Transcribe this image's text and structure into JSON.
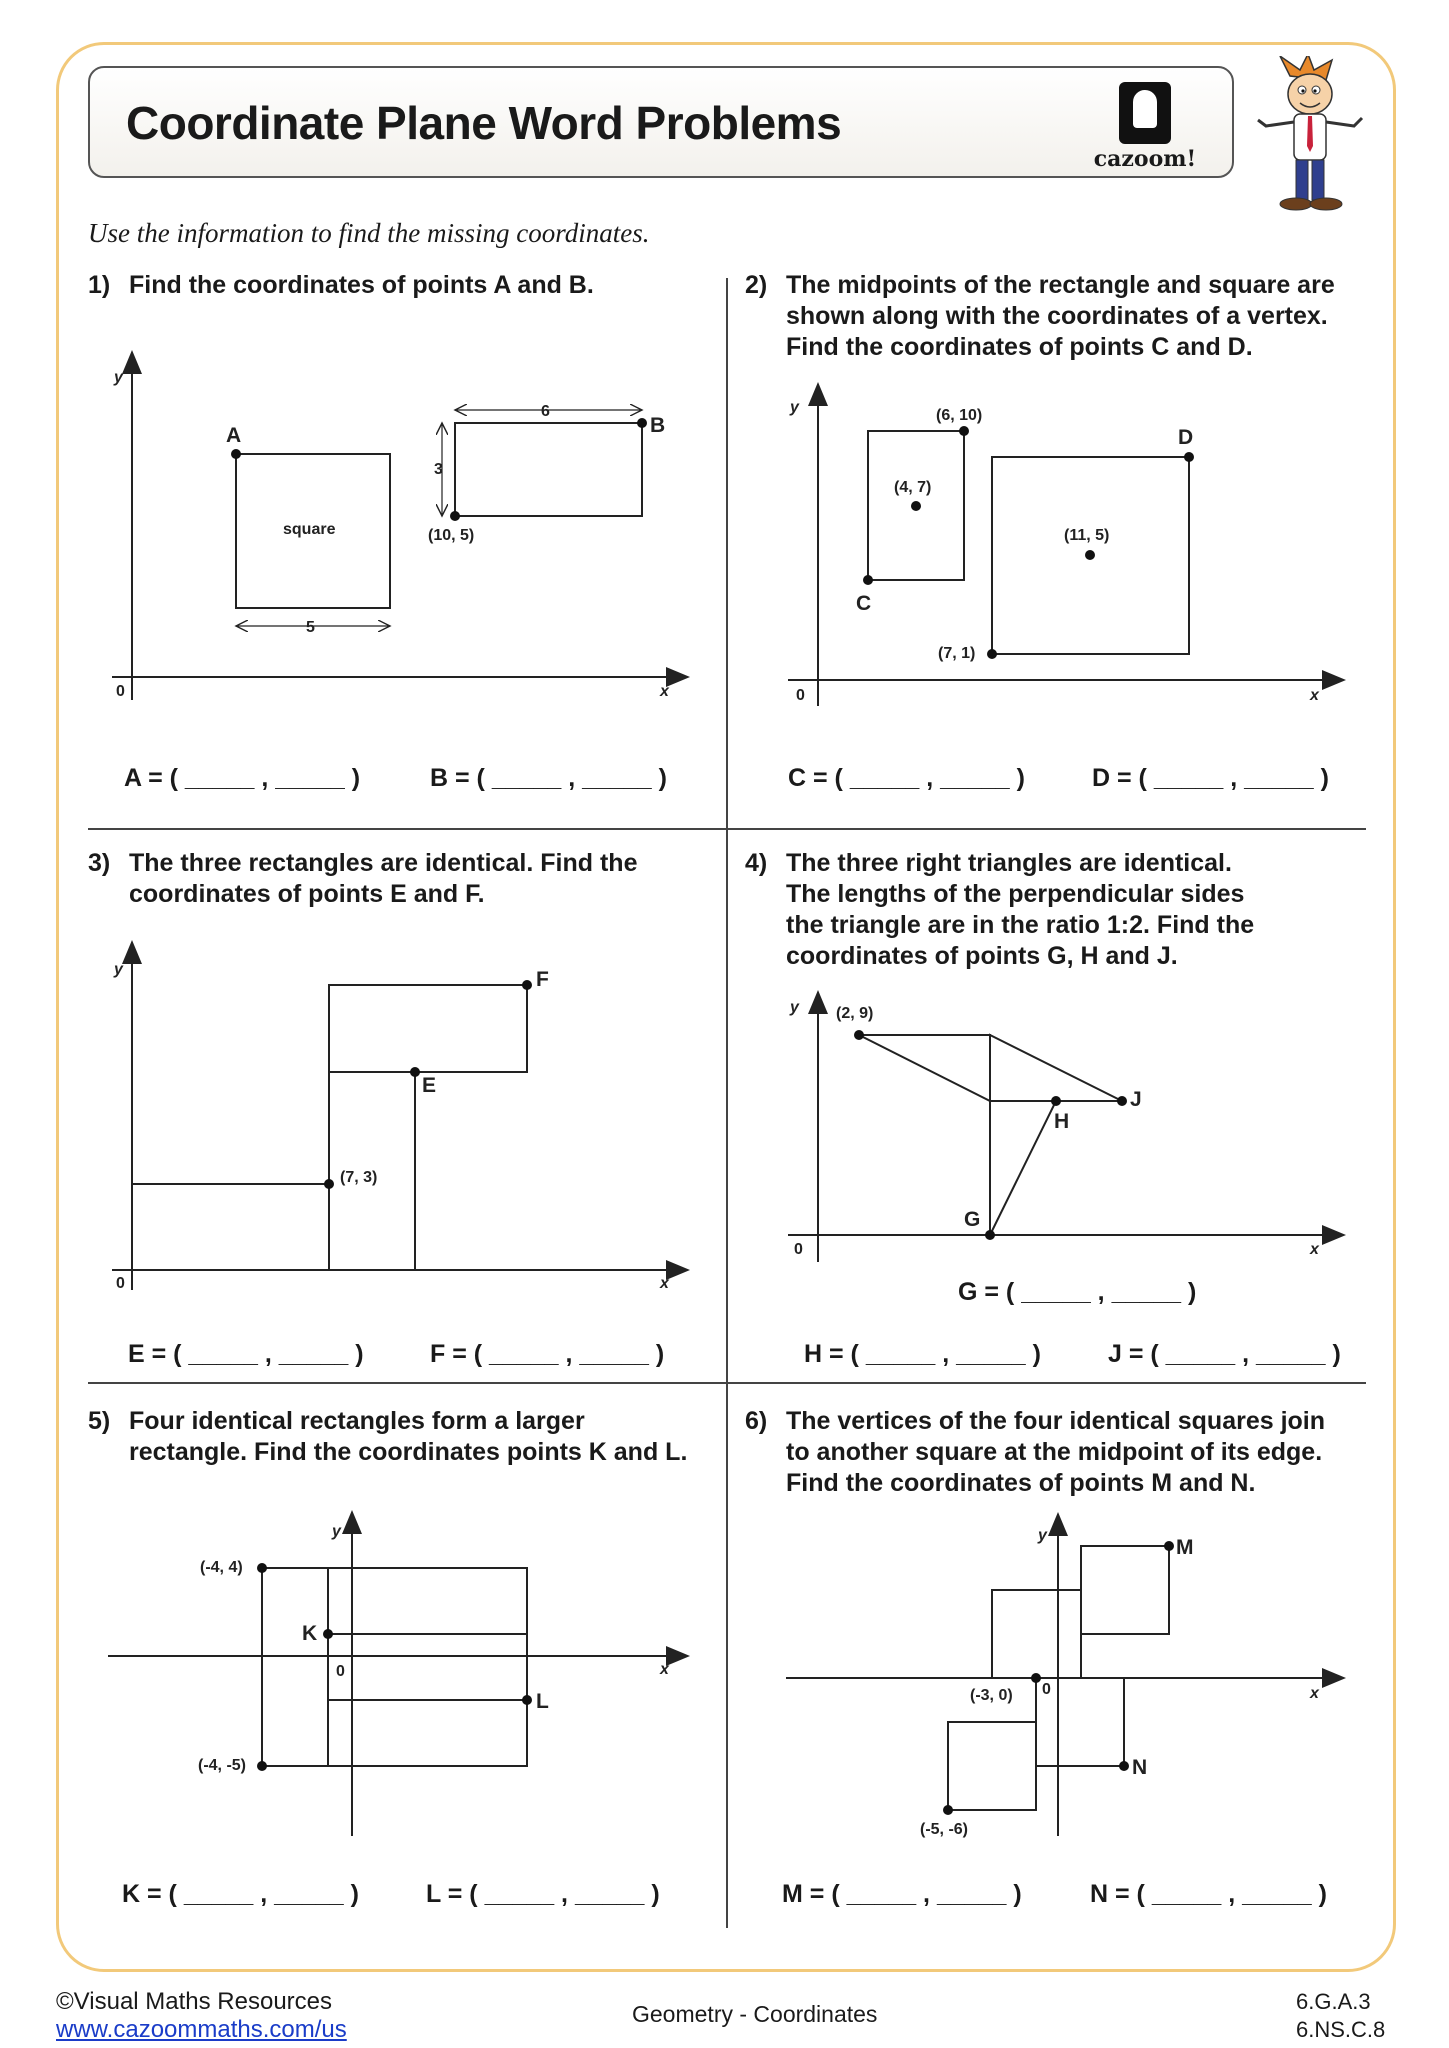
{
  "header": {
    "title": "Coordinate Plane Word Problems",
    "logo_text": "cazoom!"
  },
  "instructions": "Use the information to find the missing coordinates.",
  "questions": [
    {
      "number": "1)",
      "lines": [
        "Find the coordinates of points A and B."
      ],
      "labels": {
        "y": "y",
        "x": "x",
        "origin": "0",
        "A": "A",
        "B": "B",
        "square": "square",
        "side": "5",
        "width": "6",
        "height": "3",
        "point": "(10, 5)"
      },
      "answers": [
        "A =  ( _____ , _____ )",
        "B =  ( _____ , _____ )"
      ]
    },
    {
      "number": "2)",
      "lines": [
        "The midpoints of the rectangle and square are",
        "shown along with the coordinates of a vertex.",
        "Find the coordinates of points C and D."
      ],
      "labels": {
        "y": "y",
        "x": "x",
        "origin": "0",
        "C": "C",
        "D": "D",
        "p1": "(6, 10)",
        "p2": "(4, 7)",
        "p3": "(11, 5)",
        "p4": "(7, 1)"
      },
      "answers": [
        "C =  ( _____ , _____ )",
        "D =  ( _____ , _____ )"
      ]
    },
    {
      "number": "3)",
      "lines": [
        "The three rectangles are identical. Find the",
        "coordinates of points E and F."
      ],
      "labels": {
        "y": "y",
        "x": "x",
        "origin": "0",
        "E": "E",
        "F": "F",
        "p1": "(7, 3)"
      },
      "answers": [
        "E =  ( _____ , _____ )",
        "F =  ( _____ , _____ )"
      ]
    },
    {
      "number": "4)",
      "lines": [
        "The three right triangles are identical.",
        "The lengths of the perpendicular sides",
        "the triangle are in the ratio 1:2. Find the",
        "coordinates of points G, H and J."
      ],
      "labels": {
        "y": "y",
        "x": "x",
        "origin": "0",
        "G": "G",
        "H": "H",
        "J": "J",
        "p1": "(2, 9)"
      },
      "answers": [
        "G =  ( _____ , _____ )",
        "H =  ( _____ , _____ )",
        "J =  ( _____ , _____ )"
      ]
    },
    {
      "number": "5)",
      "lines": [
        "Four identical rectangles form a larger",
        "rectangle. Find the coordinates points K and L."
      ],
      "labels": {
        "y": "y",
        "x": "x",
        "origin": "0",
        "K": "K",
        "L": "L",
        "p1": "(-4, 4)",
        "p2": "(-4, -5)"
      },
      "answers": [
        "K =  ( _____ , _____ )",
        "L  =  ( _____ , _____ )"
      ]
    },
    {
      "number": "6)",
      "lines": [
        "The vertices of the four identical squares join",
        "to another square at the midpoint of its edge.",
        "Find the coordinates of points M and N."
      ],
      "labels": {
        "y": "y",
        "x": "x",
        "origin": "0",
        "M": "M",
        "N": "N",
        "p1": "(-3, 0)",
        "p2": "(-5, -6)"
      },
      "answers": [
        "M =  ( _____ , _____ )",
        "N  =  ( _____ , _____ )"
      ]
    }
  ],
  "footer": {
    "copyright": "©Visual Maths Resources",
    "url": "www.cazoommaths.com/us",
    "topic": "Geometry - Coordinates",
    "standard_1": "6.G.A.3",
    "standard_2": "6.NS.C.8"
  }
}
